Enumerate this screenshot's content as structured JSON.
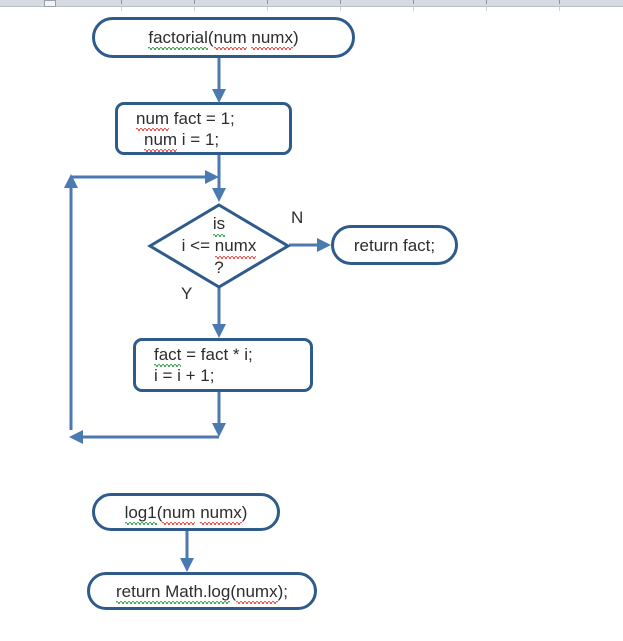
{
  "document": {
    "title": "Flowchart - factorial and log1 functions",
    "background_color": "#ffffff",
    "shape_border_color": "#2f5b8b",
    "connector_color": "#4a7ab0",
    "text_color": "#2d2d2d",
    "spellcheck_red": "#e02b20",
    "grammar_green": "#17922f"
  },
  "ruler": {
    "name": "word-ruler",
    "background_color": "#d6dae2"
  },
  "flowchart_factorial": {
    "start": {
      "type": "terminator",
      "text": "factorial(num numx)",
      "parts": [
        {
          "text": "factorial",
          "underline": "green"
        },
        {
          "text": "(",
          "underline": "none"
        },
        {
          "text": "num",
          "underline": "red"
        },
        {
          "text": " ",
          "underline": "none"
        },
        {
          "text": "numx",
          "underline": "red"
        },
        {
          "text": ")",
          "underline": "none"
        }
      ]
    },
    "init": {
      "type": "process",
      "lines": [
        {
          "text": "num fact = 1;",
          "parts": [
            {
              "text": "num",
              "underline": "red"
            },
            {
              "text": " fact = 1;",
              "underline": "none"
            }
          ]
        },
        {
          "text": "num i = 1;",
          "parts": [
            {
              "text": "num",
              "underline": "red"
            },
            {
              "text": " i = 1;",
              "underline": "none"
            }
          ]
        }
      ]
    },
    "decision": {
      "type": "decision",
      "lines": [
        {
          "text": "is",
          "parts": [
            {
              "text": "is",
              "underline": "green"
            }
          ]
        },
        {
          "text": "i <= numx",
          "parts": [
            {
              "text": "i <= ",
              "underline": "none"
            },
            {
              "text": "numx",
              "underline": "red"
            }
          ]
        },
        {
          "text": "?",
          "parts": [
            {
              "text": "?",
              "underline": "none"
            }
          ]
        }
      ],
      "yes_label": "Y",
      "no_label": "N"
    },
    "exit": {
      "type": "terminator",
      "text": "return fact;",
      "parts": [
        {
          "text": "return fact;",
          "underline": "none"
        }
      ]
    },
    "body": {
      "type": "process",
      "lines": [
        {
          "text": "fact = fact * i;",
          "parts": [
            {
              "text": "fact",
              "underline": "green"
            },
            {
              "text": " = fact * i;",
              "underline": "none"
            }
          ]
        },
        {
          "text": "i = i + 1;",
          "parts": [
            {
              "text": "i = i + 1;",
              "underline": "none"
            }
          ]
        }
      ]
    }
  },
  "flowchart_log1": {
    "start": {
      "type": "terminator",
      "text": "log1(num numx)",
      "parts": [
        {
          "text": "log1",
          "underline": "green"
        },
        {
          "text": "(",
          "underline": "none"
        },
        {
          "text": "num",
          "underline": "red"
        },
        {
          "text": " ",
          "underline": "none"
        },
        {
          "text": "numx",
          "underline": "red"
        },
        {
          "text": ")",
          "underline": "none"
        }
      ]
    },
    "end": {
      "type": "terminator",
      "text": "return Math.log(numx);",
      "parts": [
        {
          "text": "return Math.log",
          "underline": "green"
        },
        {
          "text": "(",
          "underline": "none"
        },
        {
          "text": "numx",
          "underline": "red"
        },
        {
          "text": ");",
          "underline": "none"
        }
      ]
    }
  }
}
